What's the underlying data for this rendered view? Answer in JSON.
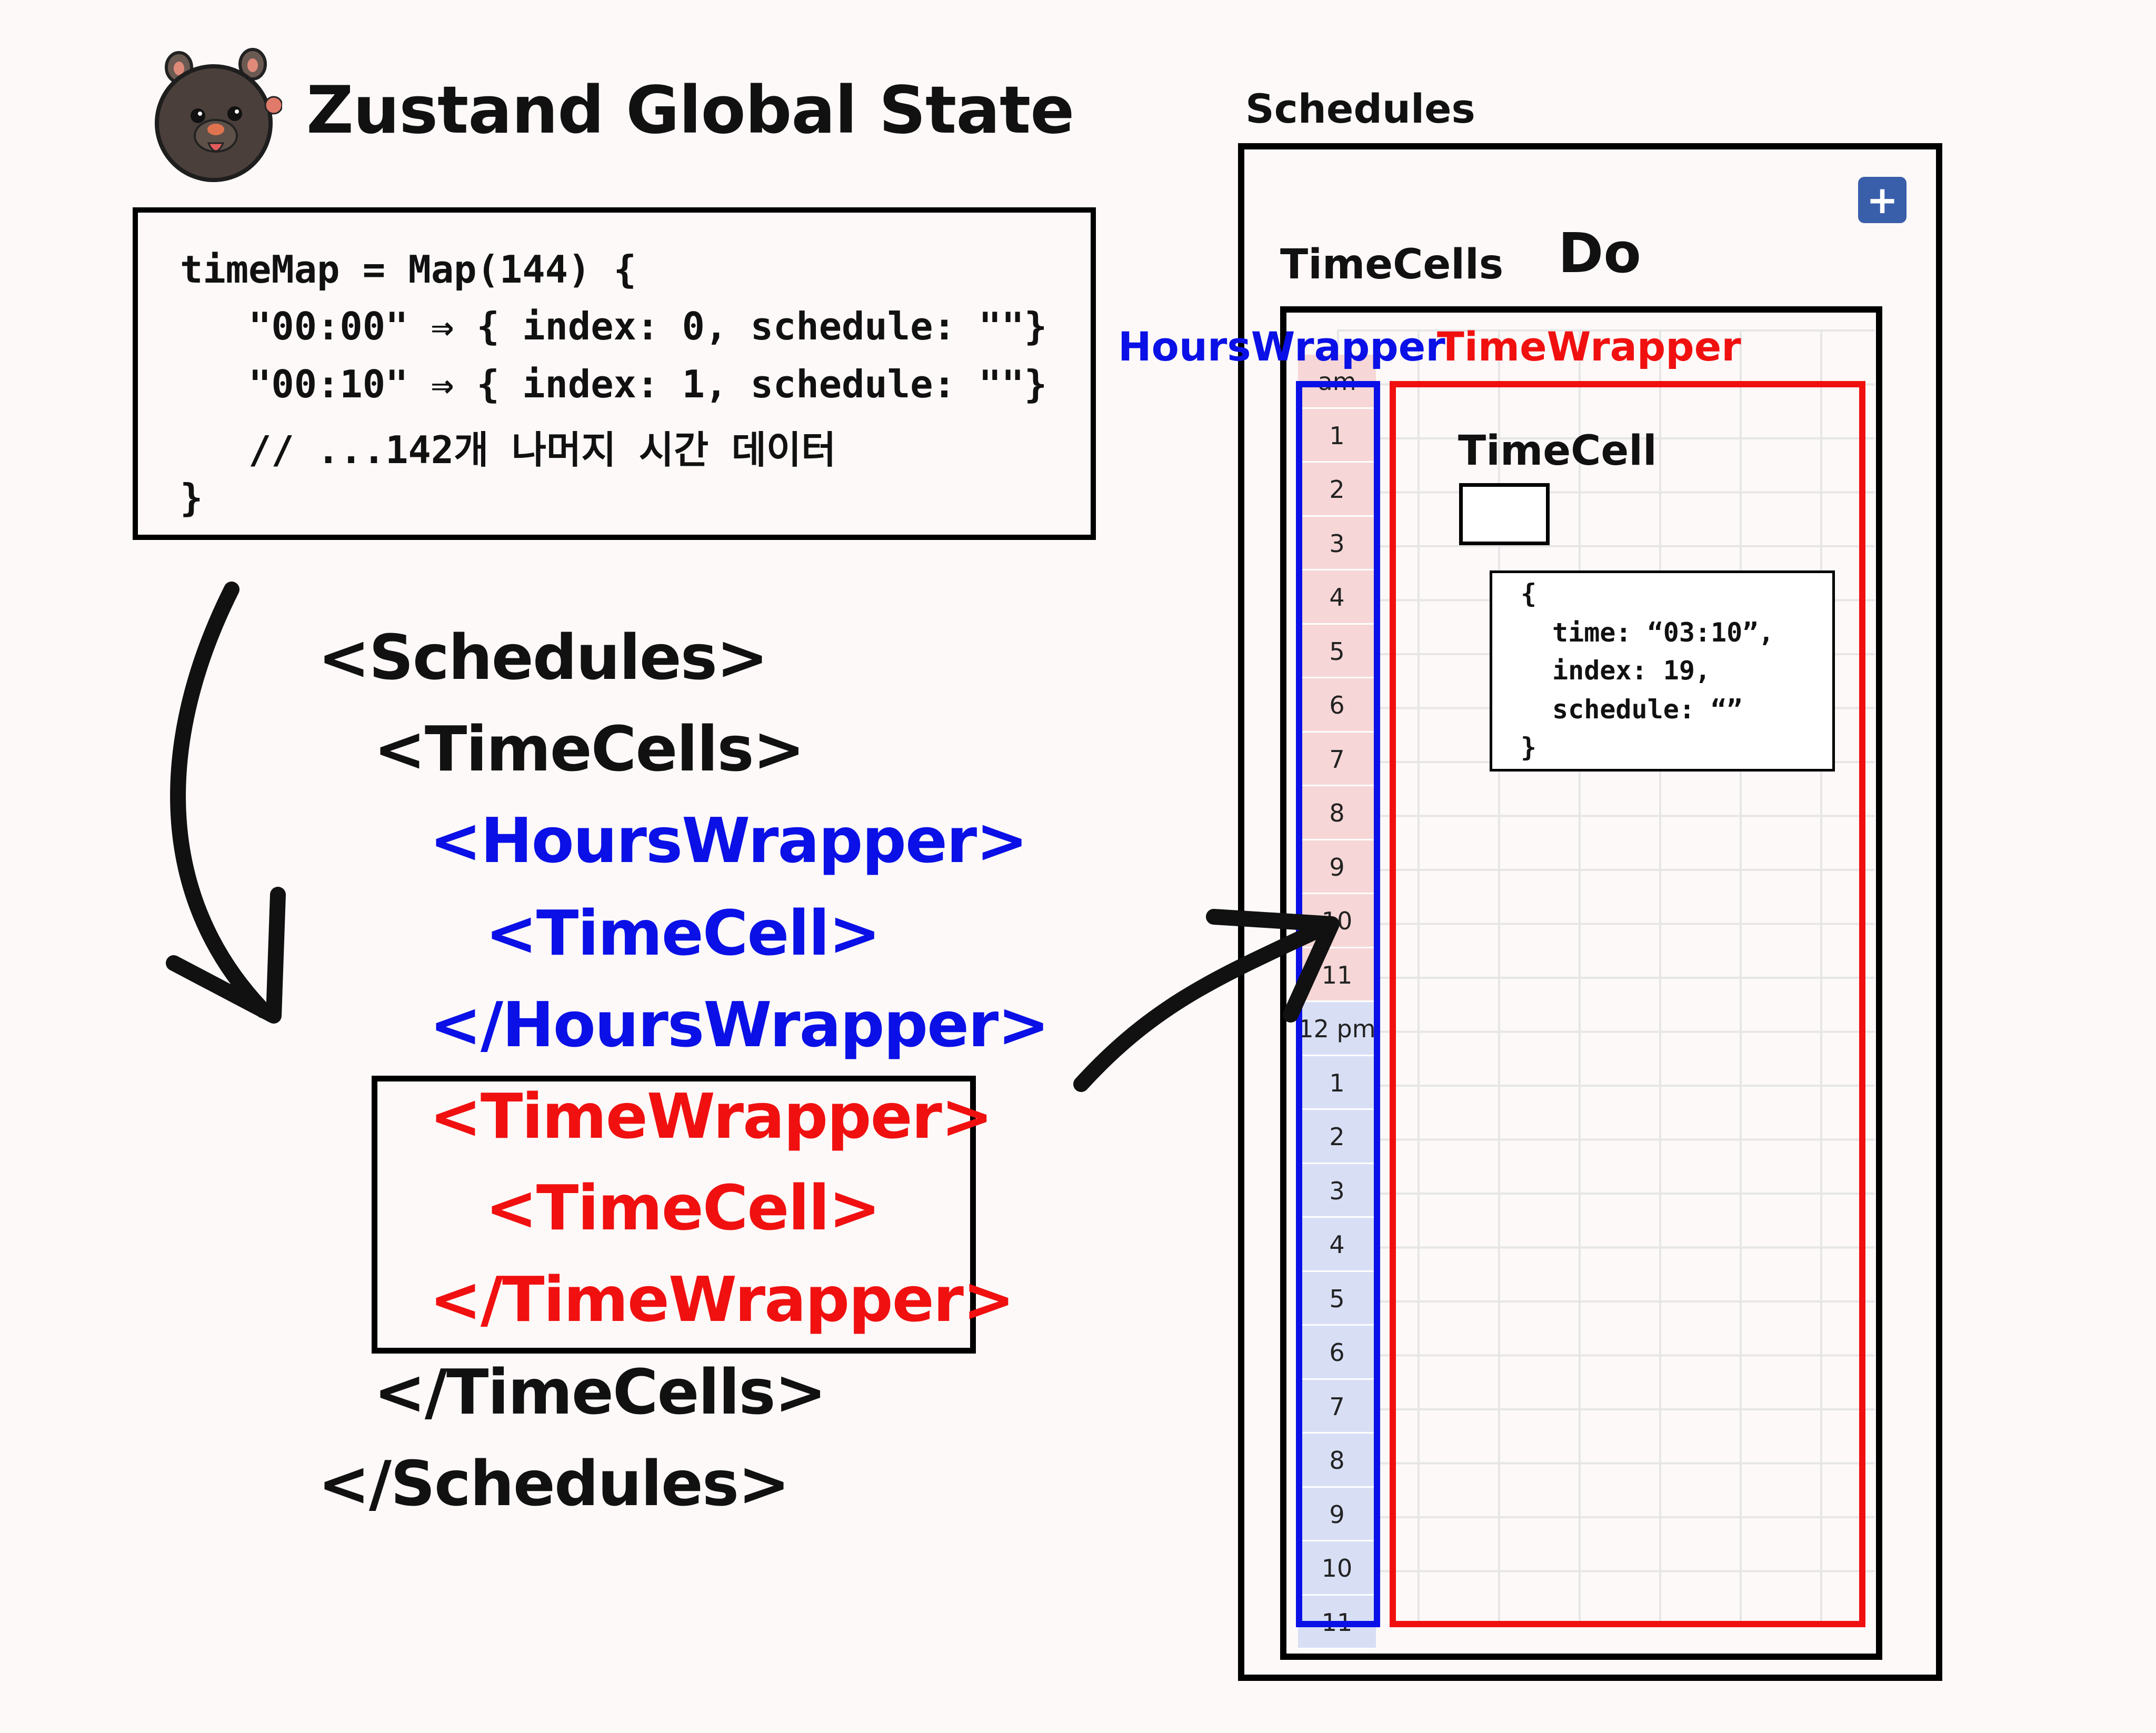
{
  "title": "Zustand Global State",
  "code": {
    "line1": "timeMap = Map(144) {",
    "line2": "\"00:00\" ⇒ { index: 0, schedule: \"\"}",
    "line3": "\"00:10\" ⇒ { index: 1, schedule: \"\"}",
    "line4": "//  ...142개 나머지 시간 데이터",
    "line5": "}"
  },
  "tree": {
    "schedules_open": "<Schedules>",
    "timecells_open": "<TimeCells>",
    "hourswrapper_open": "<HoursWrapper>",
    "hourswrapper_cell": "<TimeCell>",
    "hourswrapper_close": "</HoursWrapper>",
    "timewrapper_open": "<TimeWrapper>",
    "timewrapper_cell": "<TimeCell>",
    "timewrapper_close": "</TimeWrapper>",
    "timecells_close": "</TimeCells>",
    "schedules_close": "</Schedules>"
  },
  "diagram": {
    "schedules_label": "Schedules",
    "add_button": "+",
    "timecells_label": "TimeCells",
    "do_label": "Do",
    "hourswrapper_label": "HoursWrapper",
    "timewrapper_label": "TimeWrapper",
    "timecell_label": "TimeCell",
    "hours": [
      "am",
      "1",
      "2",
      "3",
      "4",
      "5",
      "6",
      "7",
      "8",
      "9",
      "10",
      "11",
      "12 pm",
      "1",
      "2",
      "3",
      "4",
      "5",
      "6",
      "7",
      "8",
      "9",
      "10",
      "11"
    ],
    "cell_object": {
      "open": "{",
      "time": "time: “03:10”,",
      "index": "index: 19,",
      "schedule": "schedule: “”",
      "close": "}"
    }
  },
  "colors": {
    "blue": "#0a10e6",
    "red": "#f01010",
    "am_fill": "#f6d6d6",
    "pm_fill": "#d8dff5",
    "button": "#3a5faa"
  }
}
